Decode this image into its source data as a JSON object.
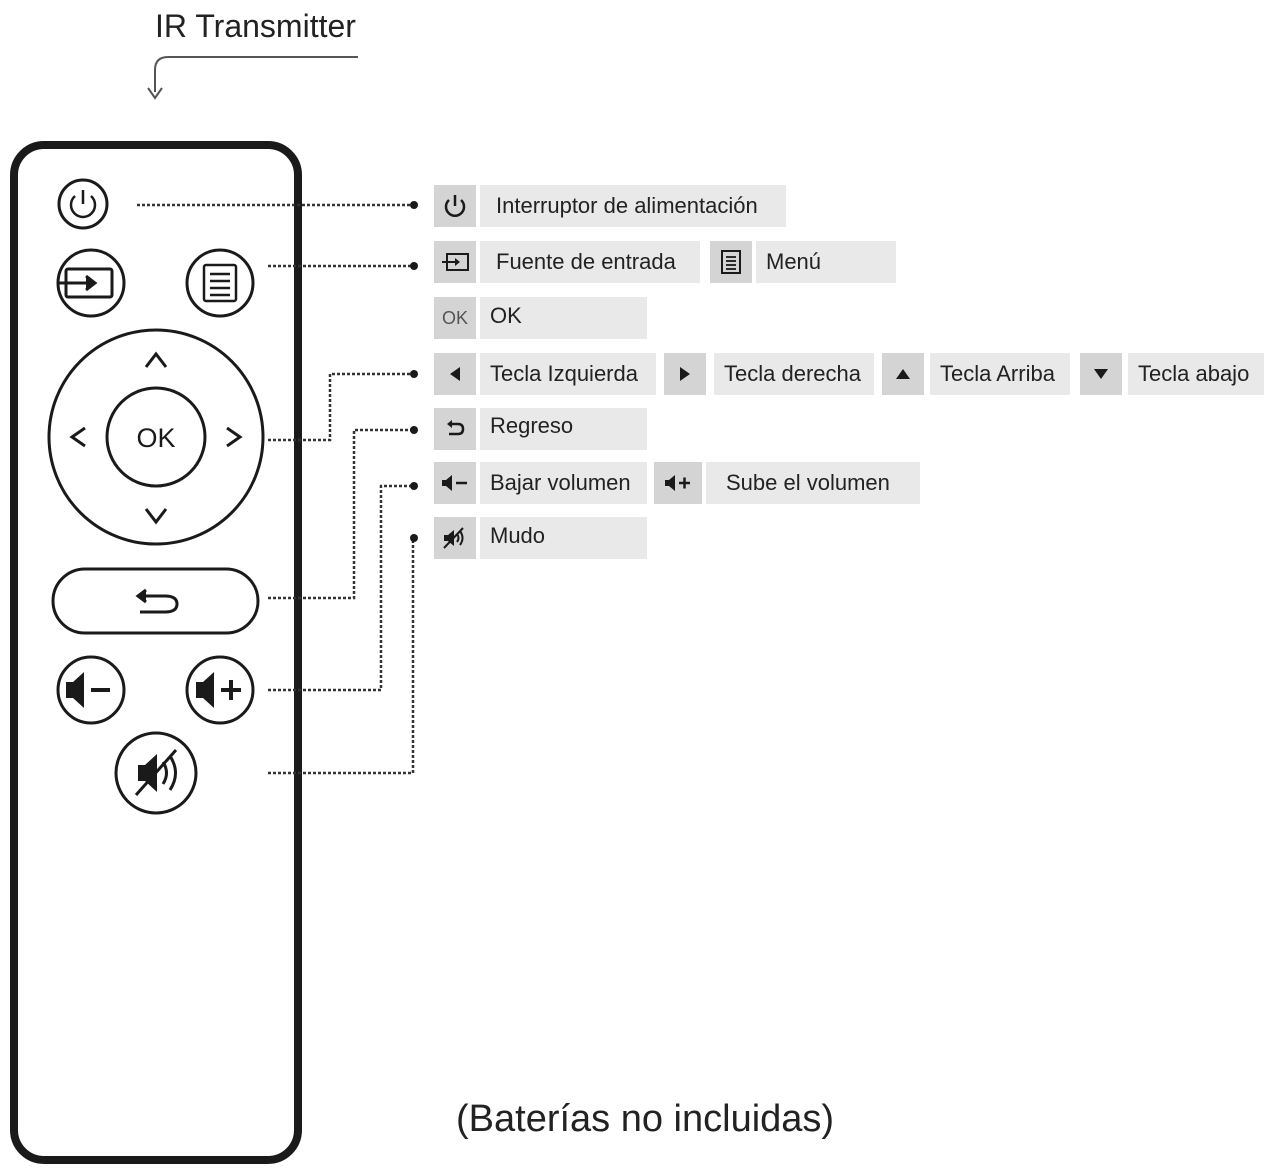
{
  "title": "IR Transmitter",
  "remote": {
    "ok_label": "OK"
  },
  "legend": {
    "power": "Interruptor de alimentación",
    "source": "Fuente de entrada",
    "menu": "Menú",
    "ok_icon": "OK",
    "ok": "OK",
    "left": "Tecla Izquierda",
    "right": "Tecla derecha",
    "up": "Tecla Arriba",
    "down": "Tecla abajo",
    "back": "Regreso",
    "vol_down": "Bajar volumen",
    "vol_up": "Sube el volumen",
    "mute": "Mudo"
  },
  "footer": "(Baterías no incluidas)",
  "icons": [
    "power-icon",
    "input-source-icon",
    "menu-icon",
    "ok-icon",
    "arrow-left-icon",
    "arrow-right-icon",
    "arrow-up-icon",
    "arrow-down-icon",
    "back-icon",
    "volume-down-icon",
    "volume-up-icon",
    "mute-icon"
  ],
  "colors": {
    "outline": "#1a1a1a",
    "label_bg": "#e9e9e9",
    "icon_bg": "#d4d4d4",
    "leader": "#333333"
  }
}
